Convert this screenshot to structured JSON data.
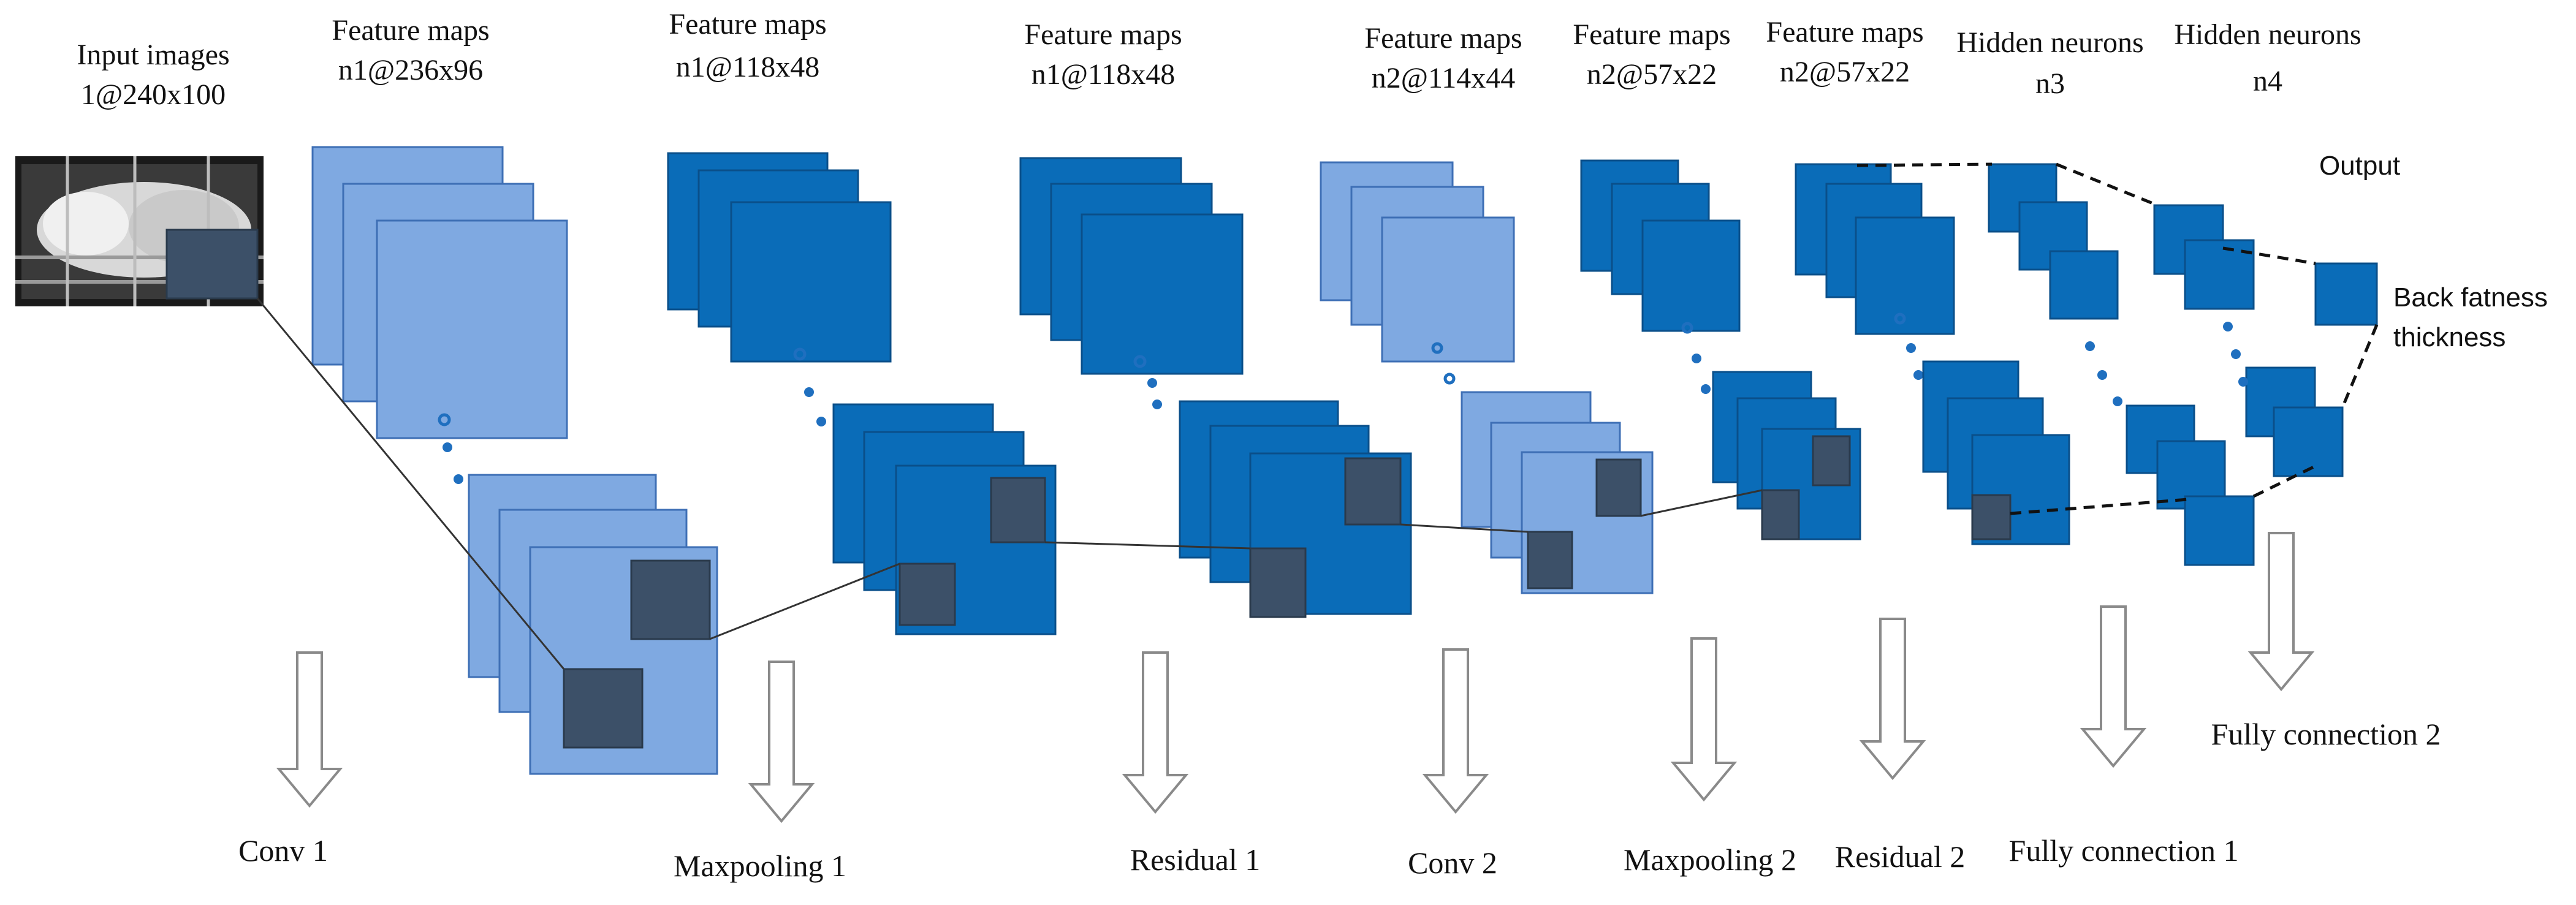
{
  "headers": [
    {
      "line1": "Input images",
      "line2": "1@240x100"
    },
    {
      "line1": "Feature maps",
      "line2": "n1@236x96"
    },
    {
      "line1": "Feature maps",
      "line2": "n1@118x48"
    },
    {
      "line1": "Feature maps",
      "line2": "n1@118x48"
    },
    {
      "line1": "Feature maps",
      "line2": "n2@114x44"
    },
    {
      "line1": "Feature maps",
      "line2": "n2@57x22"
    },
    {
      "line1": "Feature maps",
      "line2": "n2@57x22"
    },
    {
      "line1": "Hidden neurons",
      "line2": "n3"
    },
    {
      "line1": "Hidden neurons",
      "line2": "n4"
    }
  ],
  "output": {
    "title": "Output",
    "label_line1": "Back fatness",
    "label_line2": "thickness"
  },
  "operations": [
    "Conv 1",
    "Maxpooling 1",
    "Residual 1",
    "Conv 2",
    "Maxpooling 2",
    "Residual 2",
    "Fully connection 1",
    "Fully connection 2"
  ],
  "colors": {
    "light_map": "#7FA9E1",
    "dark_map": "#0A6CB8",
    "kernel": "#3C5068",
    "arrow_outline": "#8a8a8a"
  }
}
